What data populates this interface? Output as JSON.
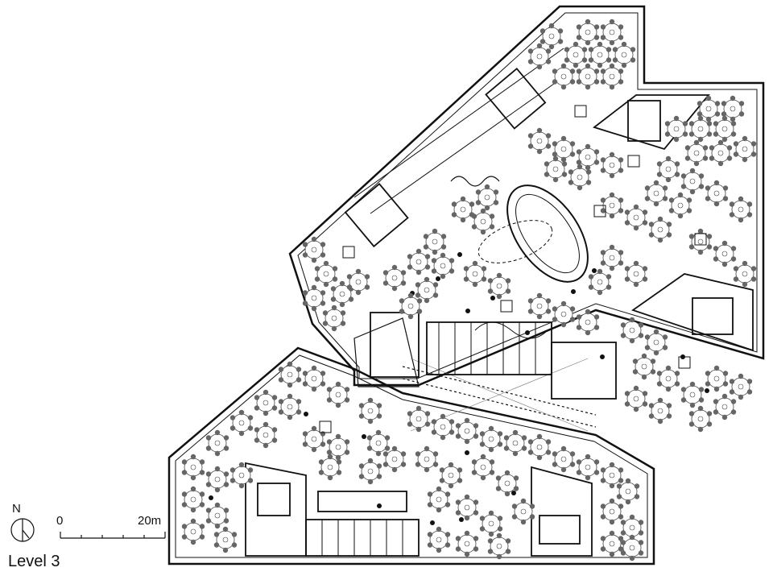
{
  "plan": {
    "level_title": "Level 3",
    "north_label": "N",
    "scale": {
      "start_label": "0",
      "end_label": "20m"
    }
  },
  "colors": {
    "line": "#111111",
    "background": "#ffffff",
    "furniture": "#555555"
  }
}
